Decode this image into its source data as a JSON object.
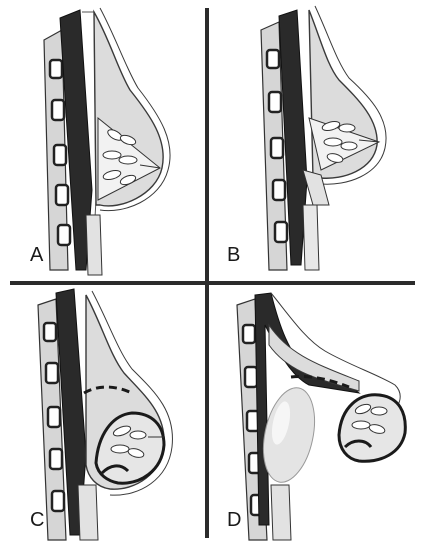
{
  "panels": [
    {
      "id": "A",
      "label": "A"
    },
    {
      "id": "B",
      "label": "B"
    },
    {
      "id": "C",
      "label": "C"
    },
    {
      "id": "D",
      "label": "D"
    }
  ],
  "colors": {
    "ink": "#1a1a1a",
    "chest_wall": "#2a2a2a",
    "rib_fill": "#ffffff",
    "breast_tissue": "#dcdcdc",
    "skin_line": "#3a3a3a",
    "implant": "#e4e4e4",
    "divider": "#2b2b2b"
  }
}
